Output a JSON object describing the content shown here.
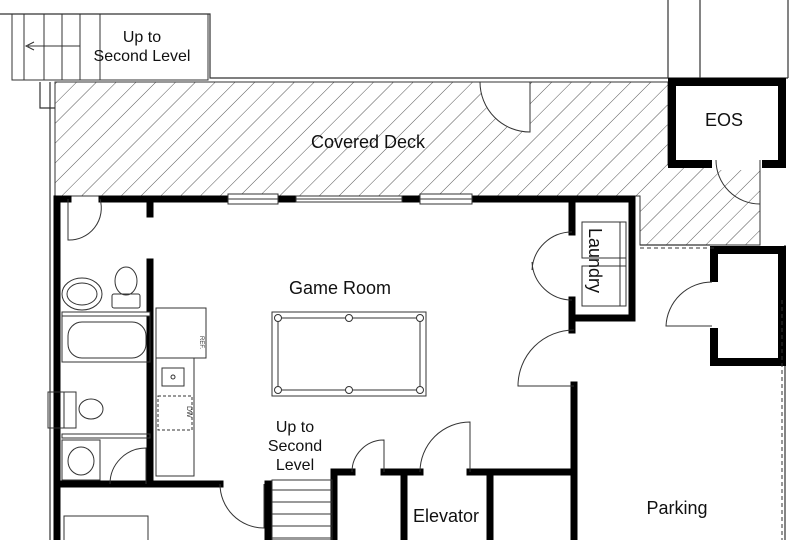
{
  "plan": {
    "rooms": {
      "covered_deck": "Covered Deck",
      "game_room": "Game Room",
      "laundry": "Laundry",
      "eos": "EOS",
      "elevator": "Elevator",
      "parking": "Parking"
    },
    "stairs": {
      "top": {
        "line1": "Up to",
        "line2": "Second Level"
      },
      "bottom": {
        "line1": "Up to",
        "line2": "Second",
        "line3": "Level"
      }
    },
    "fixtures": {
      "refrigerator": "REF.",
      "dishwasher": "DW"
    },
    "colors": {
      "wall": "#000000",
      "line": "#333333",
      "background": "#ffffff"
    }
  }
}
